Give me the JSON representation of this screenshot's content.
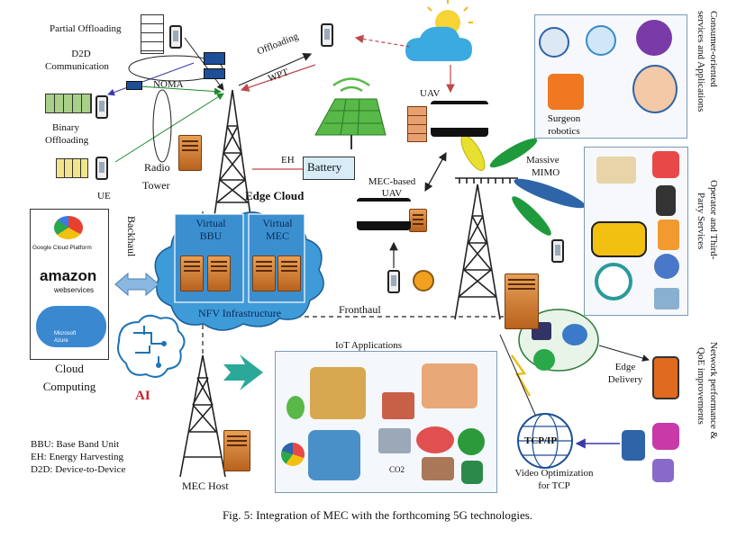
{
  "caption": "Fig. 5: Integration of MEC with the forthcoming 5G technologies.",
  "ue_side": {
    "partial_offloading": "Partial Offloading",
    "d2d_line1": "D2D",
    "d2d_line2": "Communication",
    "noma": "NOMA",
    "binary_line1": "Binary",
    "binary_line2": "Offloading",
    "ue": "UE"
  },
  "radio_tower": {
    "line1": "Radio",
    "line2": "Tower"
  },
  "offloading": "Offloading",
  "wpt": "WPT",
  "eh": "EH",
  "battery": "Battery",
  "uav": "UAV",
  "mec_uav": {
    "line1": "MEC-based",
    "line2": "UAV"
  },
  "massive_mimo": {
    "line1": "Massive",
    "line2": "MIMO"
  },
  "edge_cloud": "Edge Cloud",
  "virtual_bbu": {
    "line1": "Virtual",
    "line2": "BBU"
  },
  "virtual_mec": {
    "line1": "Virtual",
    "line2": "MEC"
  },
  "nfv": "NFV Infrastructure",
  "backhaul": "Backhaul",
  "fronthaul": "Fronthaul",
  "cloud_providers": {
    "google": "Google Cloud Platform",
    "amazon": "amazon",
    "aws_sub": "webservices",
    "azure_line1": "Microsoft",
    "azure_line2": "Azure"
  },
  "cloud_computing": {
    "line1": "Cloud",
    "line2": "Computing"
  },
  "ai": "AI",
  "iot": "IoT Applications",
  "mec_host": "MEC Host",
  "legend": [
    "BBU: Base Band Unit",
    "EH: Energy Harvesting",
    "D2D: Device-to-Device"
  ],
  "surgeon": {
    "line1": "Surgeon",
    "line2": "robotics"
  },
  "consumer": {
    "line1": "Consumer-oriented",
    "line2": "services and Applications"
  },
  "operator": {
    "line1": "Operator and Third-",
    "line2": "Party Services"
  },
  "network": {
    "line1": "Network performance &",
    "line2": "QoE improvements"
  },
  "edge_delivery": {
    "line1": "Edge",
    "line2": "Delivery"
  },
  "tcpip": "TCP/IP",
  "video_opt": {
    "line1": "Video Optimization",
    "line2": "for TCP"
  },
  "co2": "CO2",
  "colors": {
    "cloud_fill": "#3f9ad8",
    "cloud_stroke": "#1b5c98",
    "server": "#d9823c",
    "arrow_green": "#2aa89a",
    "ai_red": "#c8202a",
    "panel_blue": "#2e64a8",
    "mimo_yellow": "#e8e030",
    "mimo_green": "#1e9a3c"
  }
}
